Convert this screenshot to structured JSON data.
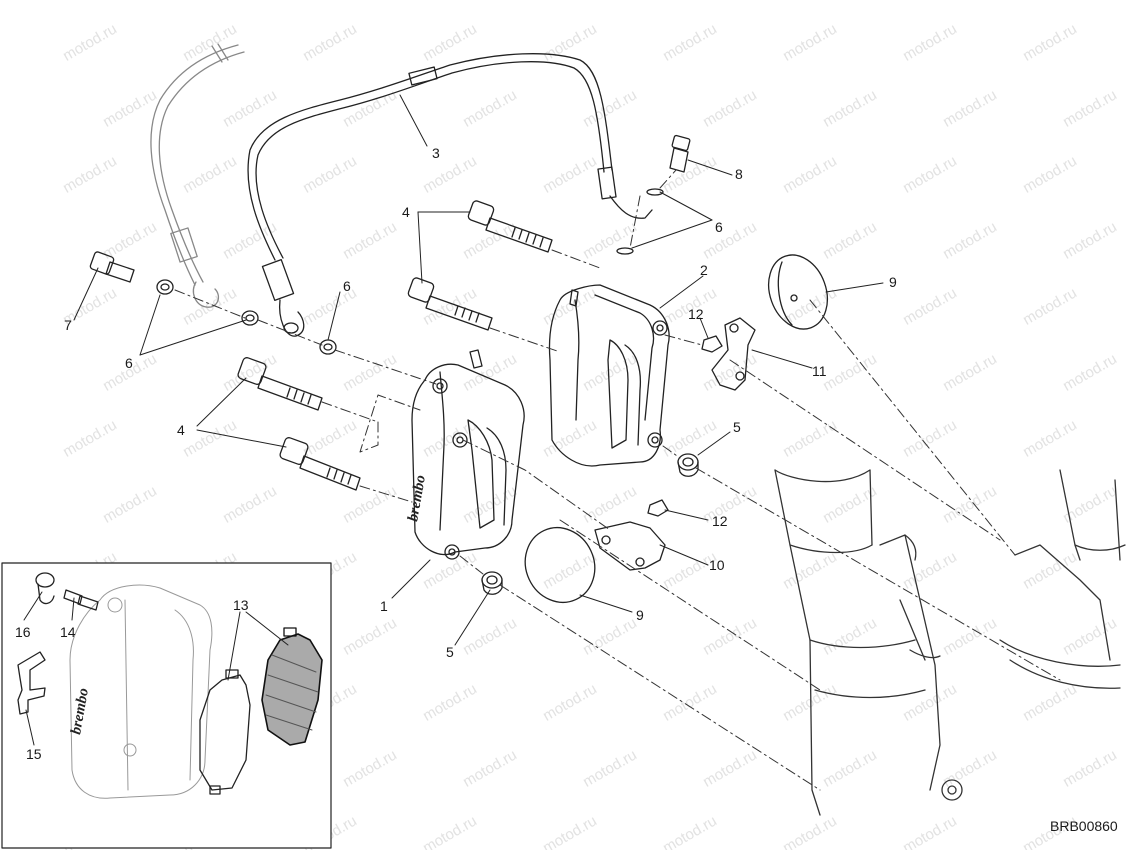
{
  "diagram": {
    "drawing_code": "BRB00860",
    "watermark_text": "motod.ru",
    "caliper_brand": "brembo",
    "callouts": [
      {
        "id": "c1",
        "label": "1"
      },
      {
        "id": "c2",
        "label": "2"
      },
      {
        "id": "c3",
        "label": "3"
      },
      {
        "id": "c4a",
        "label": "4"
      },
      {
        "id": "c4b",
        "label": "4"
      },
      {
        "id": "c5a",
        "label": "5"
      },
      {
        "id": "c5b",
        "label": "5"
      },
      {
        "id": "c6a",
        "label": "6"
      },
      {
        "id": "c6b",
        "label": "6"
      },
      {
        "id": "c6c",
        "label": "6"
      },
      {
        "id": "c7",
        "label": "7"
      },
      {
        "id": "c8",
        "label": "8"
      },
      {
        "id": "c9a",
        "label": "9"
      },
      {
        "id": "c9b",
        "label": "9"
      },
      {
        "id": "c10",
        "label": "10"
      },
      {
        "id": "c11",
        "label": "11"
      },
      {
        "id": "c12a",
        "label": "12"
      },
      {
        "id": "c12b",
        "label": "12"
      },
      {
        "id": "c13",
        "label": "13"
      },
      {
        "id": "c14",
        "label": "14"
      },
      {
        "id": "c15",
        "label": "15"
      },
      {
        "id": "c16",
        "label": "16"
      }
    ]
  }
}
